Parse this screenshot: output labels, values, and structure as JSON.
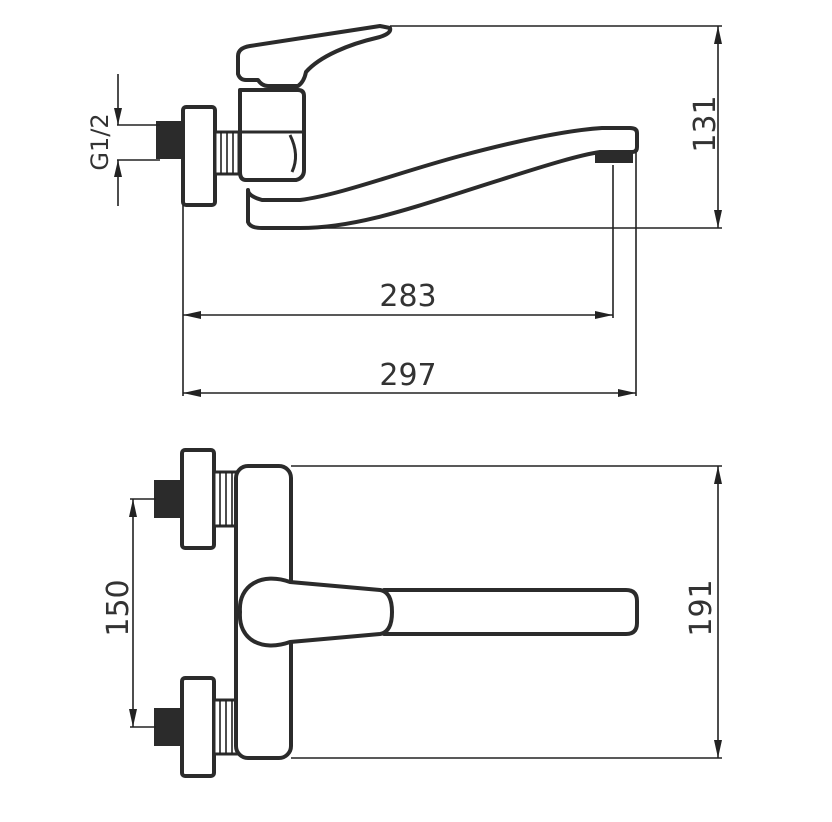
{
  "drawing": {
    "subject": "wall-mounted single-lever mixer tap",
    "side_view": {
      "thread_label": "G1/2",
      "height": "131",
      "reach_to_outlet": "283",
      "overall_length": "297"
    },
    "top_view": {
      "inlet_spacing": "150",
      "overall_depth": "191"
    }
  },
  "colors": {
    "line": "#2b2b2b",
    "background": "#ffffff"
  }
}
